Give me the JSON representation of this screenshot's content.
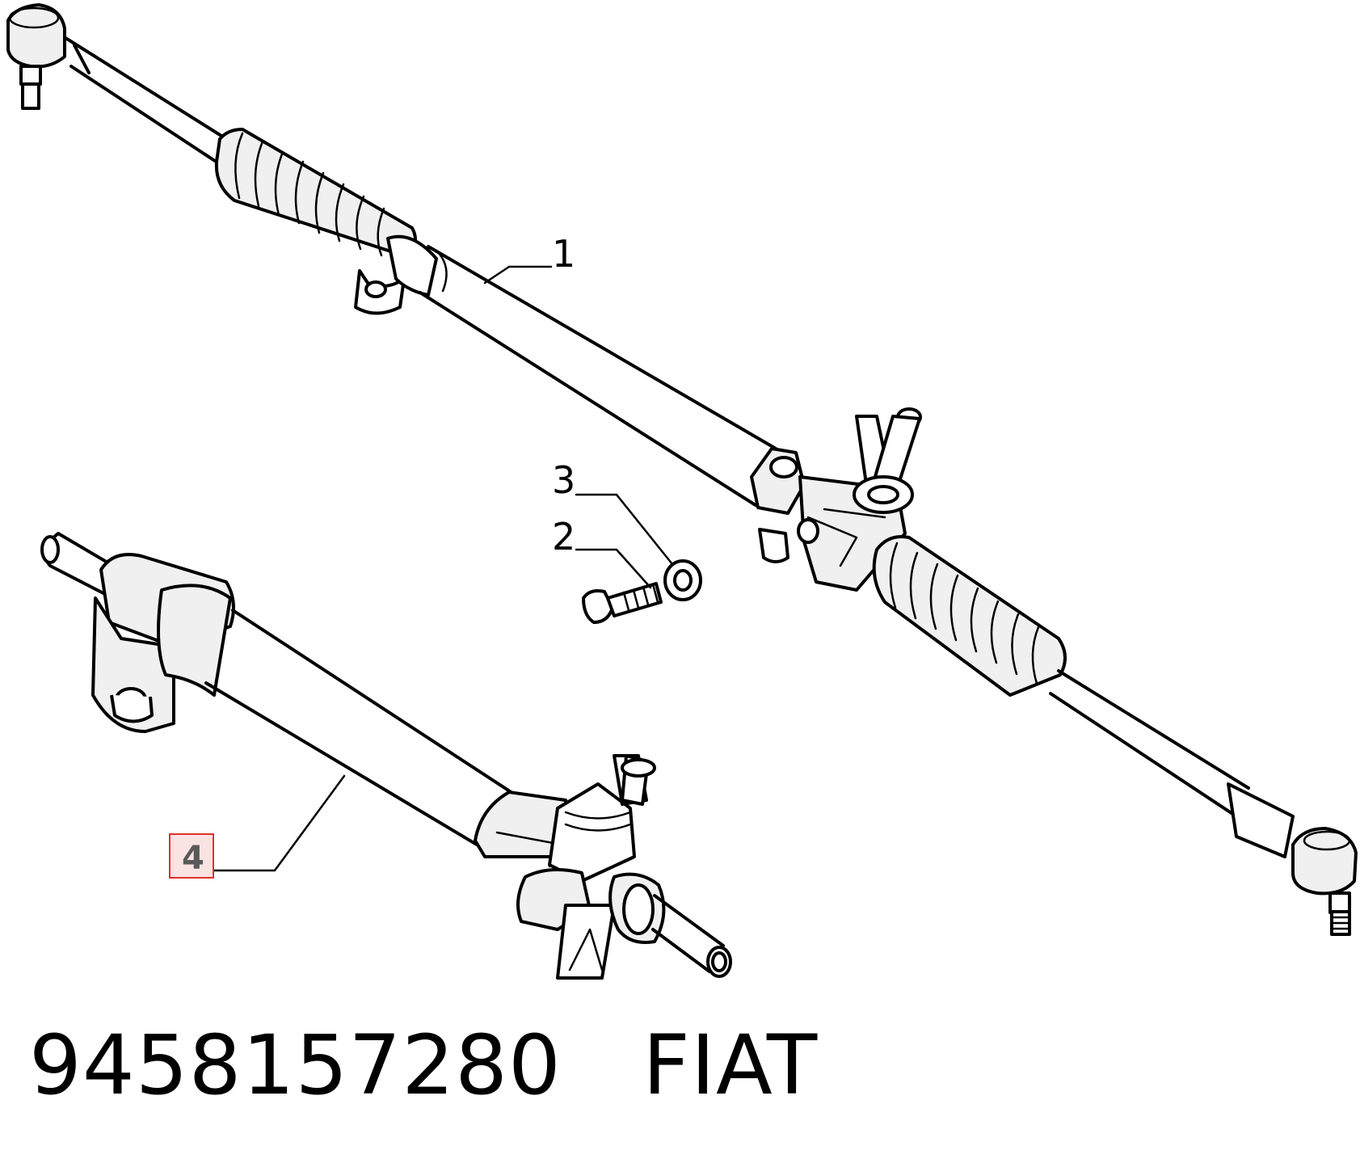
{
  "callouts": {
    "c1": "1",
    "c2": "2",
    "c3": "3",
    "c4": "4"
  },
  "highlight_color": "#e03030",
  "footer": {
    "part_number": "9458157280",
    "brand": "FIAT"
  }
}
